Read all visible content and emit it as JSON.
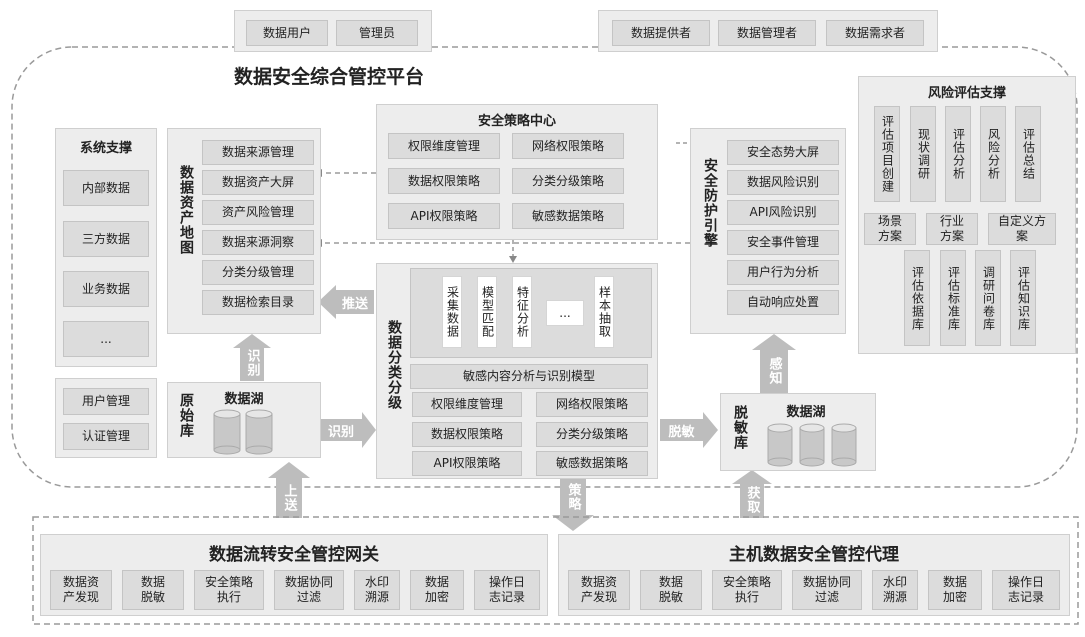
{
  "top_left": [
    "数据用户",
    "管理员"
  ],
  "top_right": [
    "数据提供者",
    "数据管理者",
    "数据需求者"
  ],
  "platform_title": "数据安全综合管控平台",
  "system_support": {
    "title": "系统支撑",
    "items": [
      "内部数据",
      "三方数据",
      "业务数据",
      "..."
    ],
    "extra": [
      "用户管理",
      "认证管理"
    ]
  },
  "asset_map": {
    "title": "数据资产地图",
    "items": [
      "数据来源管理",
      "数据资产大屏",
      "资产风险管理",
      "数据来源洞察",
      "分类分级管理",
      "数据检索目录"
    ]
  },
  "policy_center": {
    "title": "安全策略中心",
    "items": [
      "权限维度管理",
      "网络权限策略",
      "数据权限策略",
      "分类分级策略",
      "API权限策略",
      "敏感数据策略"
    ]
  },
  "protection_engine": {
    "title": "安全防护引擎",
    "items": [
      "安全态势大屏",
      "数据风险识别",
      "API风险识别",
      "安全事件管理",
      "用户行为分析",
      "自动响应处置"
    ]
  },
  "risk_assess": {
    "title": "风险评估支撑",
    "row1": [
      "评估项目创建",
      "现状调研",
      "评估分析",
      "风险分析",
      "评估总结"
    ],
    "row2": [
      "场景方案",
      "行业方案",
      "自定义方案"
    ],
    "row3": [
      "评估依据库",
      "评估标准库",
      "调研问卷库",
      "评估知识库"
    ]
  },
  "raw_lake": {
    "title": "原始库",
    "lake": "数据湖"
  },
  "classify": {
    "title": "数据分类分级",
    "steps": [
      "采集数据",
      "模型匹配",
      "特征分析",
      "...",
      "样本抽取"
    ],
    "model": "敏感内容分析与识别模型",
    "items": [
      "权限维度管理",
      "网络权限策略",
      "数据权限策略",
      "分类分级策略",
      "API权限策略",
      "敏感数据策略"
    ]
  },
  "masked_lake": {
    "title": "脱敏库",
    "lake": "数据湖"
  },
  "arrows": {
    "push": "推送",
    "identify_up": "识别",
    "identify_right": "识别",
    "desensitize": "脱敏",
    "perceive": "感知",
    "upload": "上送",
    "policy": "策略",
    "fetch": "获取"
  },
  "gateway": {
    "title": "数据流转安全管控网关",
    "items": [
      "数据资产发现",
      "数据脱敏",
      "安全策略执行",
      "数据协同过滤",
      "水印溯源",
      "数据加密",
      "操作日志记录"
    ]
  },
  "agent": {
    "title": "主机数据安全管控代理",
    "items": [
      "数据资产发现",
      "数据脱敏",
      "安全策略执行",
      "数据协同过滤",
      "水印溯源",
      "数据加密",
      "操作日志记录"
    ]
  }
}
